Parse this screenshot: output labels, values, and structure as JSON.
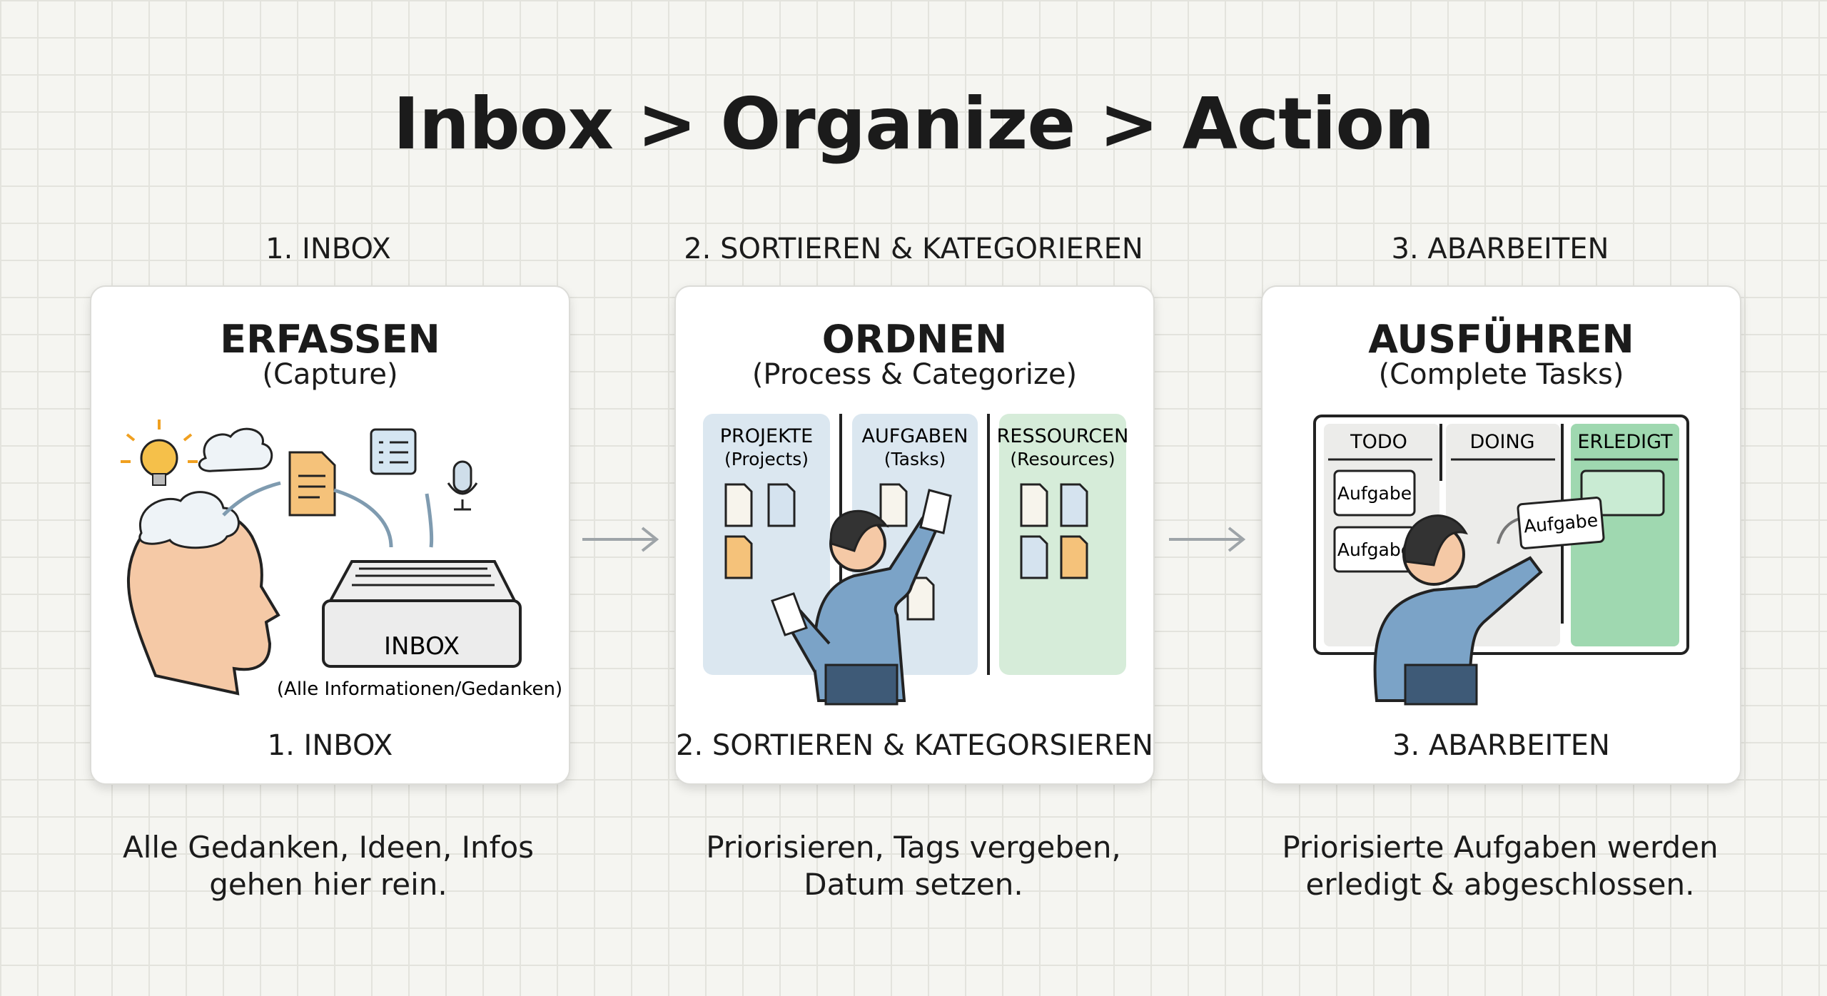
{
  "title": "Inbox > Organize > Action",
  "columns": [
    {
      "header": "1. INBOX",
      "card_title": "ERFASSEN",
      "card_subtitle": "(Capture)",
      "footer": "1. INBOX",
      "illustration": {
        "tray_label": "INBOX",
        "caption": "(Alle Informationen/Gedanken)"
      },
      "description": [
        "Alle Gedanken, Ideen, Infos",
        "gehen hier rein."
      ]
    },
    {
      "header": "2. SORTIEREN & KATEGORIEREN",
      "card_title": "ORDNEN",
      "card_subtitle": "(Process & Categorize)",
      "footer": "2. SORTIEREN & KATEGORSIEREN",
      "illustration": {
        "panels": [
          {
            "title": "PROJEKTE",
            "sub": "(Projects)",
            "color": "#dbe7f0"
          },
          {
            "title": "AUFGABEN",
            "sub": "(Tasks)",
            "color": "#dbe7f0"
          },
          {
            "title": "RESSOURCEN",
            "sub": "(Resources)",
            "color": "#d6ecd9"
          }
        ]
      },
      "description": [
        "Priorisieren, Tags vergeben,",
        "Datum setzen."
      ]
    },
    {
      "header": "3. ABARBEITEN",
      "card_title": "AUSFÜHREN",
      "card_subtitle": "(Complete Tasks)",
      "footer": "3. ABARBEITEN",
      "illustration": {
        "board_columns": [
          "TODO",
          "DOING",
          "ERLEDIGT"
        ],
        "cards": [
          "Aufgabe",
          "Aufgabe",
          "Aufgabe"
        ],
        "done_color": "#9fd8b0"
      },
      "description": [
        "Priorisierte Aufgaben werden",
        "erledigt & abgeschlossen."
      ]
    }
  ]
}
